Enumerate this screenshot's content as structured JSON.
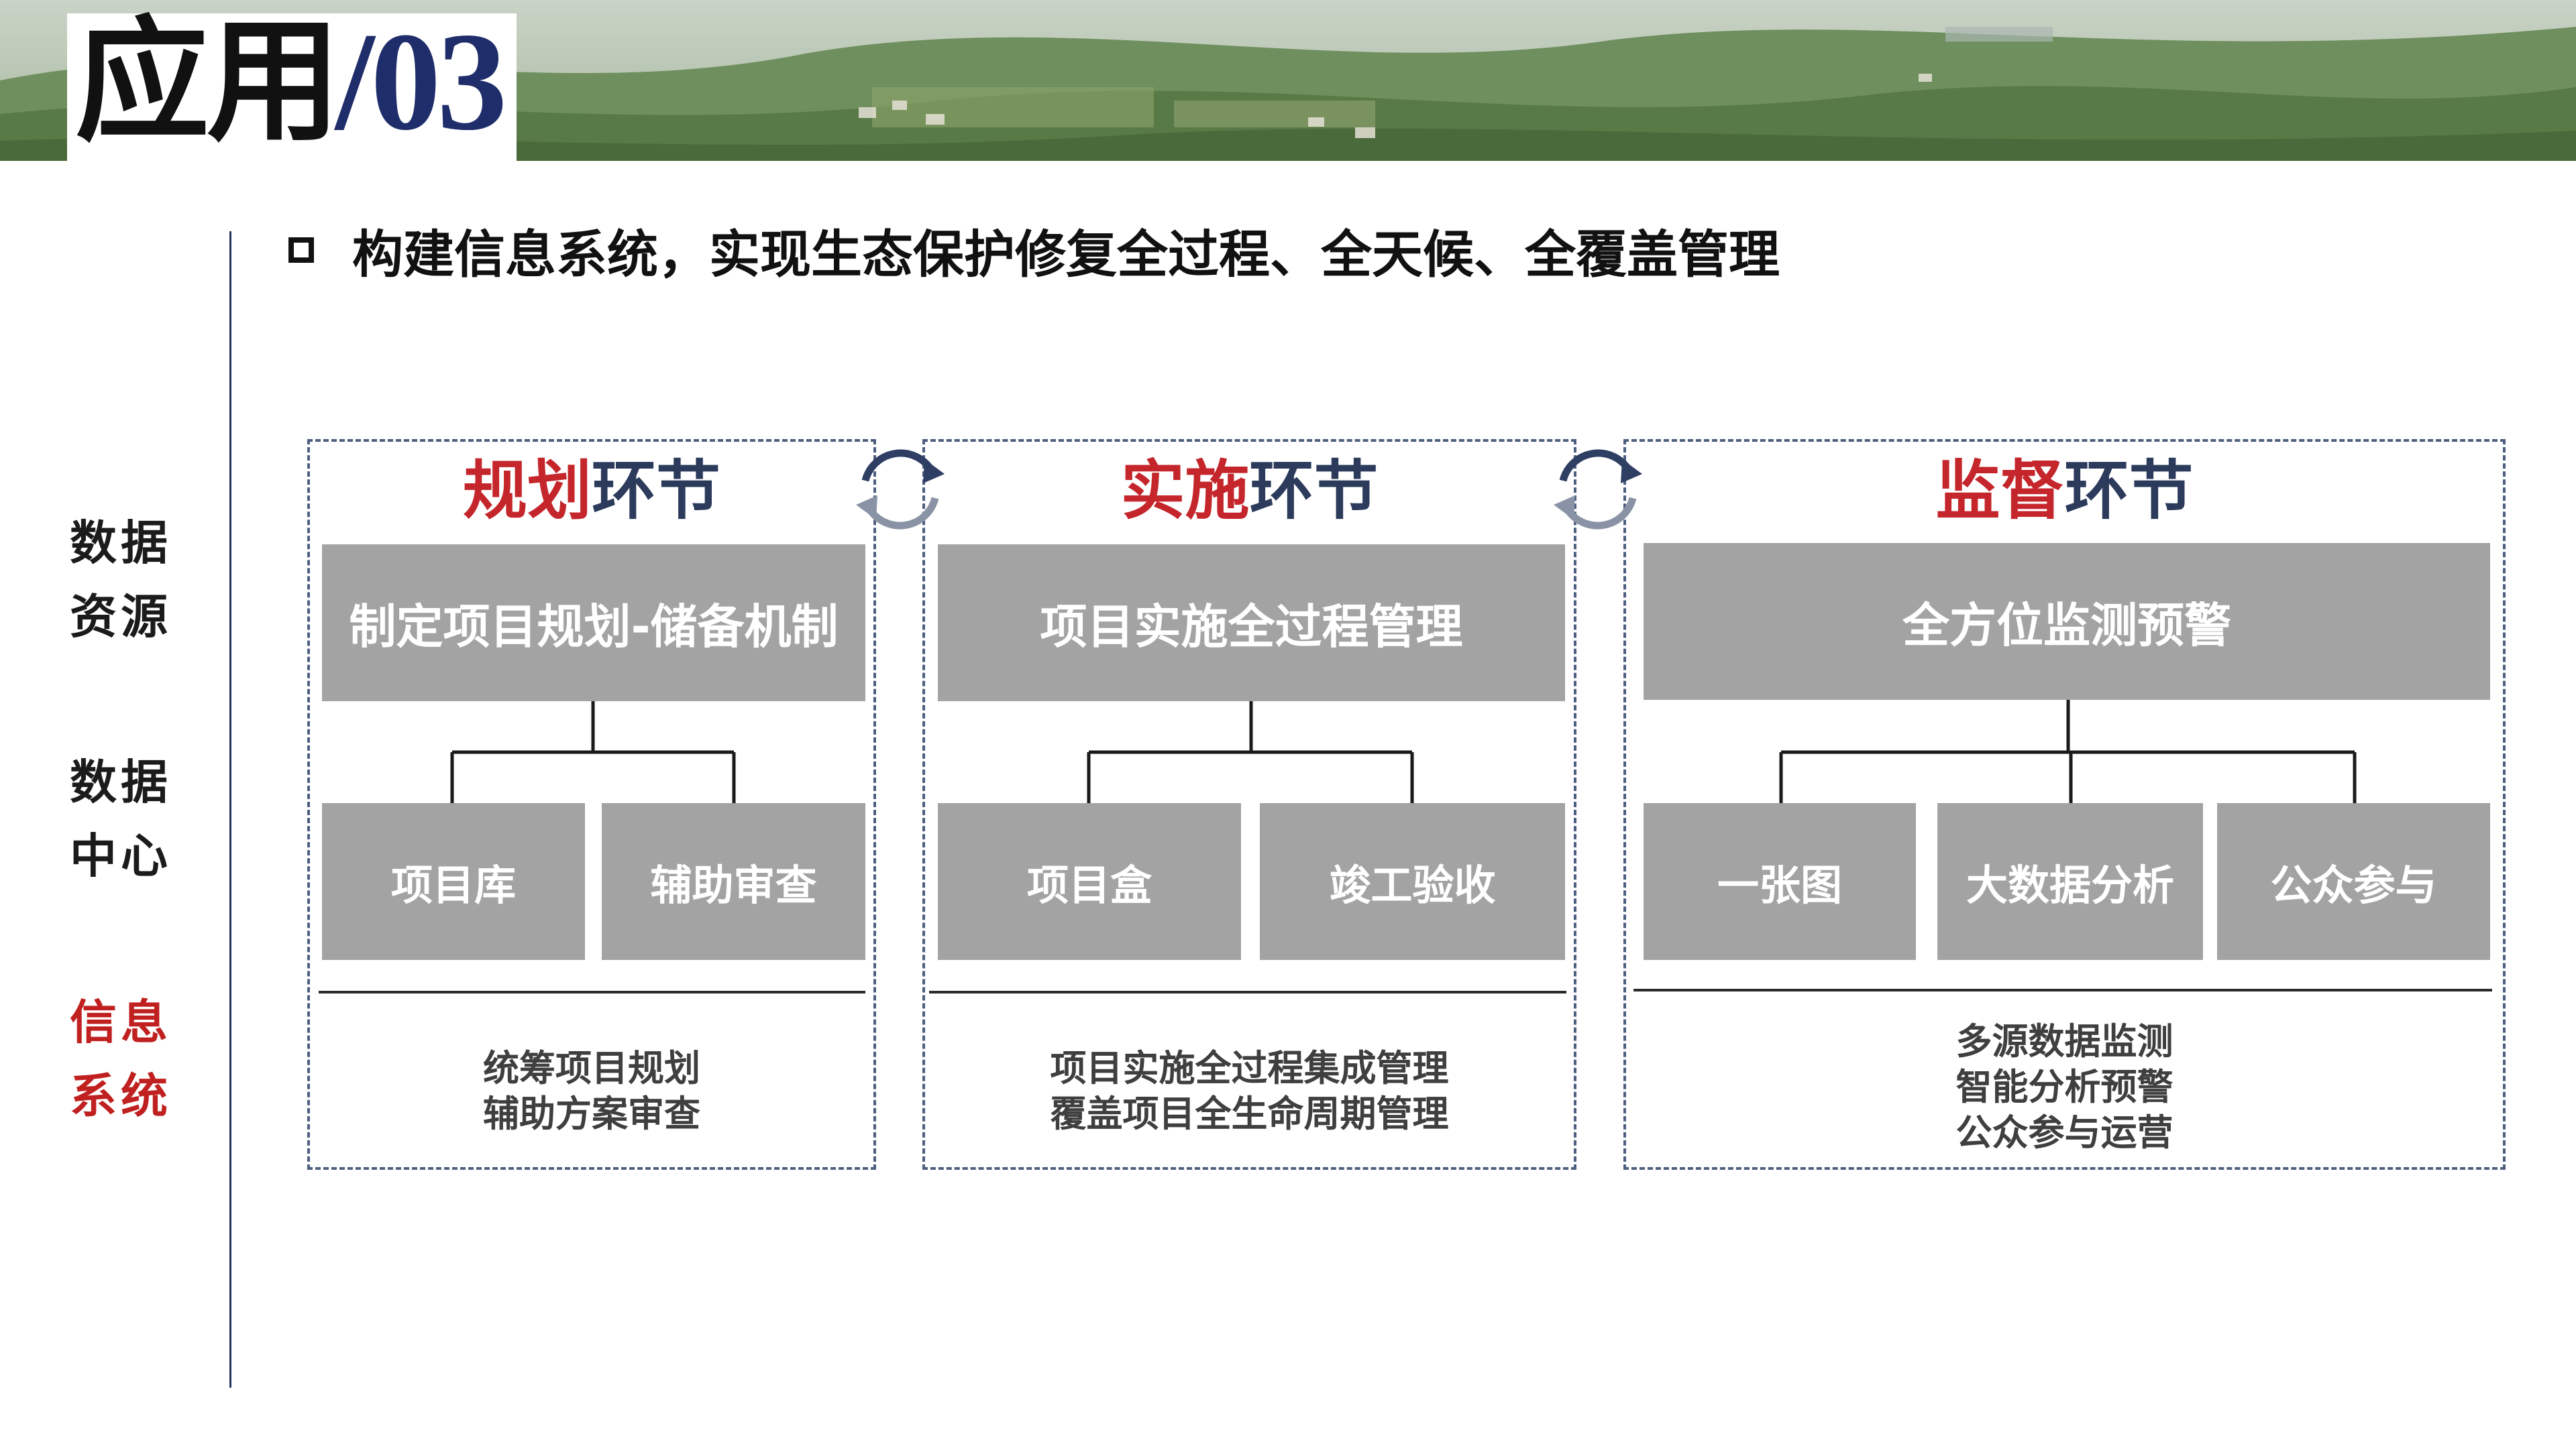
{
  "header": {
    "title_text": "应用",
    "title_number": "/03"
  },
  "nav": {
    "items": [
      {
        "label_line1": "数据",
        "label_line2": "资源",
        "active": false
      },
      {
        "label_line1": "数据",
        "label_line2": "中心",
        "active": false
      },
      {
        "label_line1": "信息",
        "label_line2": "系统",
        "active": true
      }
    ]
  },
  "subtitle": "构建信息系统，实现生态保护修复全过程、全天候、全覆盖管理",
  "panels": [
    {
      "title_highlight": "规划",
      "title_rest": "环节",
      "main_box": "制定项目规划-储备机制",
      "sub_boxes": [
        "项目库",
        "辅助审查"
      ],
      "description": [
        "统筹项目规划",
        "辅助方案审查"
      ]
    },
    {
      "title_highlight": "实施",
      "title_rest": "环节",
      "main_box": "项目实施全过程管理",
      "sub_boxes": [
        "项目盒",
        "竣工验收"
      ],
      "description": [
        "项目实施全过程集成管理",
        "覆盖项目全生命周期管理"
      ]
    },
    {
      "title_highlight": "监督",
      "title_rest": "环节",
      "main_box": "全方位监测预警",
      "sub_boxes": [
        "一张图",
        "大数据分析",
        "公众参与"
      ],
      "description": [
        "多源数据监测",
        "智能分析预警",
        "公众参与运营"
      ]
    }
  ],
  "icons": {
    "cycle": "cycle-arrows-icon",
    "checkbox": "square-bullet-icon"
  },
  "colors": {
    "accent_red": "#c4262b",
    "navy": "#2c3b5c",
    "box_gray": "#a3a3a3",
    "dash_border": "#4d5e80"
  }
}
